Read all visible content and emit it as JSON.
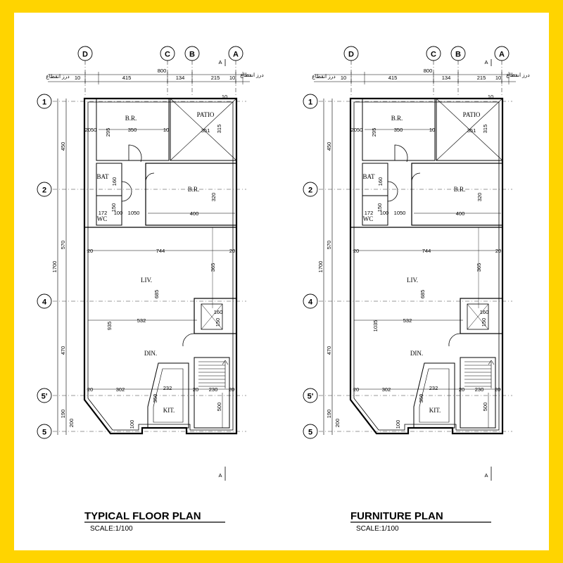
{
  "plans": [
    {
      "title": "TYPICAL  FLOOR  PLAN",
      "scale": "SCALE:1/100",
      "living_depth": "935"
    },
    {
      "title": "FURNITURE       PLAN",
      "scale": "SCALE:1/100",
      "living_depth": "1035"
    }
  ],
  "grid_axes": {
    "columns": [
      "D",
      "C",
      "B",
      "A"
    ],
    "rows": [
      "1",
      "2",
      "4",
      "5'",
      "5"
    ]
  },
  "section_marker": "A",
  "setback_label": "درز انقطاع",
  "rooms": {
    "bedroom_1": "B.R.",
    "patio": "PATIO",
    "bath": "BAT",
    "bedroom_2": "B.R.",
    "wc": "WC",
    "living": "LIV.",
    "dining": "DIN.",
    "kitchen": "KIT."
  },
  "dimensions": {
    "overall_width": "800",
    "top_segments": [
      "10",
      "415",
      "134",
      "215",
      "10"
    ],
    "overall_height": "1700",
    "left_segments": [
      "450",
      "570",
      "470",
      "190",
      "200"
    ],
    "br1_width": "350",
    "br1_height": "295",
    "patio_width": "351",
    "patio_height": "315",
    "br2_width": "400",
    "br2_height": "320",
    "living_width": "744",
    "living_height": "685",
    "right_height": "365",
    "stair_width": "532",
    "kitchen_width": "232",
    "kitchen_height": "350",
    "bottom_left": "302",
    "stair_box": "160",
    "bottom_stair": "230",
    "stair_run": "500",
    "lower_left": "100",
    "bath_a": "172",
    "bath_b": "100",
    "bath_c": "1050",
    "bath_d": "150",
    "bath_e": "160",
    "wall_20": "20",
    "wall_10": "10",
    "wall_2050": "2050"
  }
}
